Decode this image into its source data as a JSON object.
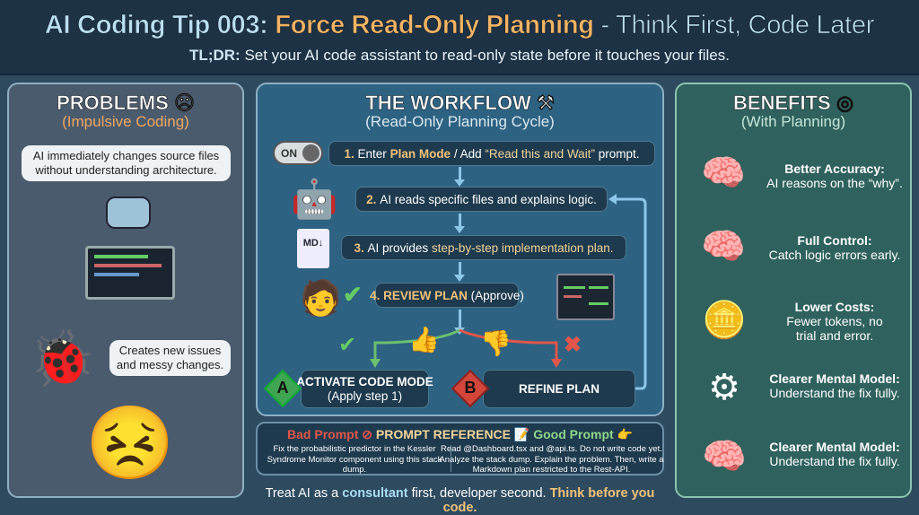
{
  "header": {
    "title_prefix": "AI Coding Tip 003:",
    "title_highlight": "Force Read-Only Planning",
    "title_suffix": "- Think First, Code Later",
    "tldr_label": "TL;DR:",
    "tldr_text": "Set your AI code assistant to read-only state before it touches your files."
  },
  "problems": {
    "title": "PROBLEMS",
    "subtitle": "(Impulsive Coding)",
    "bubble1": "AI immediately changes source files without understanding architecture.",
    "bubble2": "Creates new issues and messy changes."
  },
  "workflow": {
    "title": "THE WORKFLOW",
    "subtitle": "(Read-Only Planning Cycle)",
    "toggle_label": "ON",
    "step1": {
      "num": "1.",
      "a": "Enter",
      "b": "Plan Mode",
      "c": "/ Add",
      "d": "“Read this and Wait”",
      "e": "prompt."
    },
    "step2": {
      "num": "2.",
      "text": "AI reads specific files and explains logic."
    },
    "step3": {
      "num": "3.",
      "a": "AI provides",
      "b": "step-by-step implementation plan."
    },
    "step4": {
      "num": "4.",
      "a": "REVIEW PLAN",
      "b": "(Approve)"
    },
    "md_label": "MD↓",
    "option_a": {
      "letter": "A",
      "title": "ACTIVATE CODE MODE",
      "sub": "(Apply step 1)"
    },
    "option_b": {
      "letter": "B",
      "title": "REFINE PLAN"
    }
  },
  "prompts": {
    "bad_label": "Bad Prompt",
    "title": "PROMPT REFERENCE",
    "good_label": "Good Prompt",
    "bad_text": "Fix the probabilistic predictor in the Kessler Syndrome Monitor component using this stack dump.",
    "good_text": "Read @Dashboard.tsx and @api.ts. Do not write code yet. Analyze the stack dump. Explain the problem. Then, write a Markdown plan restricted to the Rest-API."
  },
  "footer": {
    "a": "Treat AI as a",
    "b": "consultant",
    "c": "first, developer second.",
    "d": "Think before you code."
  },
  "benefits": {
    "title": "BENEFITS",
    "subtitle": "(With Planning)",
    "items": [
      {
        "title": "Better Accuracy:",
        "desc": "AI reasons on the “why”.",
        "icon": "brain-magnifier-icon"
      },
      {
        "title": "Full Control:",
        "desc": "Catch logic errors early.",
        "icon": "brain-shield-icon"
      },
      {
        "title": "Lower Costs:",
        "desc": "Fewer tokens, no trial and error.",
        "icon": "coins-icon"
      },
      {
        "title": "Clearer Mental Model:",
        "desc": "Understand the fix fully.",
        "icon": "head-gear-icon"
      },
      {
        "title": "Clearer Mental Model:",
        "desc": "Understand the fix fully.",
        "icon": "brain-circuit-icon"
      }
    ]
  },
  "colors": {
    "accent_orange": "#f2b465",
    "title_blue": "#b9def0",
    "bad_red": "#e0564a",
    "good_green": "#8fd68a",
    "left_panel": "#4b5b6e",
    "mid_panel": "#2d6282",
    "right_panel": "#2f625e"
  }
}
